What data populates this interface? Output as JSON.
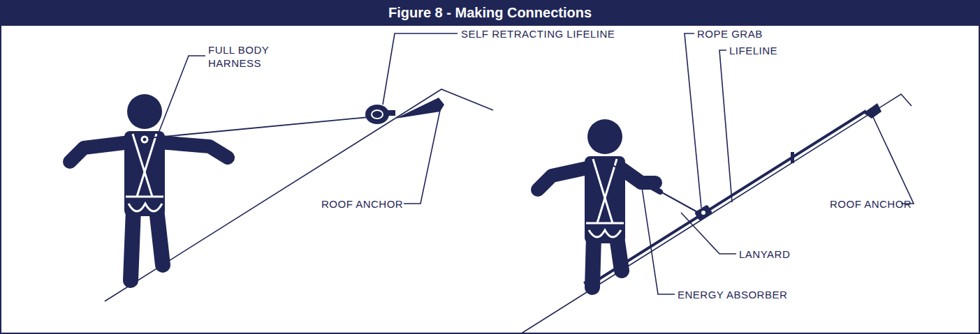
{
  "diagram": {
    "title": "Figure 8 - Making Connections",
    "labels": [
      "FULL BODY HARNESS",
      "SELF RETRACTING LIFELINE",
      "ROOF ANCHOR",
      "ROPE GRAB",
      "LIFELINE",
      "ROOF ANCHOR",
      "LANYARD",
      "ENERGY ABSORBER"
    ]
  }
}
